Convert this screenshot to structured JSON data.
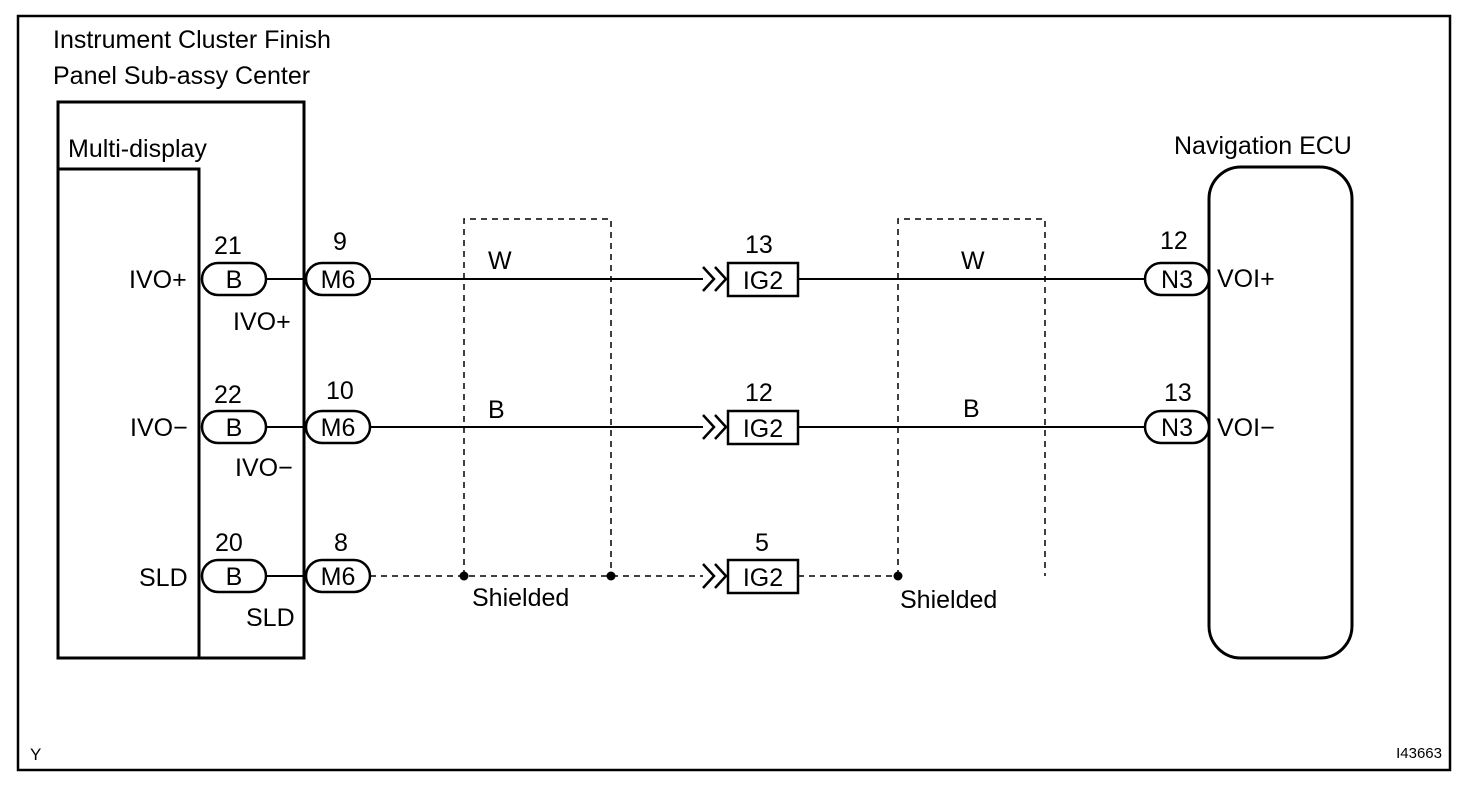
{
  "labels": {
    "cluster_line1": "Instrument Cluster Finish",
    "cluster_line2": "Panel Sub-assy Center",
    "multi_display": "Multi-display",
    "navigation_ecu": "Navigation ECU",
    "corner_left": "Y",
    "figure_id": "I43663"
  },
  "rows": [
    {
      "signal_left": "IVO+",
      "pin_b": "21",
      "conn_b": "B",
      "sub_label": "IVO+",
      "pin_m": "9",
      "conn_m": "M6",
      "wire_left": "W",
      "pin_ig": "13",
      "conn_ig": "IG2",
      "wire_right": "W",
      "pin_n": "12",
      "conn_n": "N3",
      "signal_right": "VOI+",
      "shielded": false
    },
    {
      "signal_left": "IVO−",
      "pin_b": "22",
      "conn_b": "B",
      "sub_label": "IVO−",
      "pin_m": "10",
      "conn_m": "M6",
      "wire_left": "B",
      "pin_ig": "12",
      "conn_ig": "IG2",
      "wire_right": "B",
      "pin_n": "13",
      "conn_n": "N3",
      "signal_right": "VOI−",
      "shielded": false
    },
    {
      "signal_left": "SLD",
      "pin_b": "20",
      "conn_b": "B",
      "sub_label": "SLD",
      "pin_m": "8",
      "conn_m": "M6",
      "shield_left": "Shielded",
      "pin_ig": "5",
      "conn_ig": "IG2",
      "shield_right": "Shielded",
      "shielded": true
    }
  ]
}
